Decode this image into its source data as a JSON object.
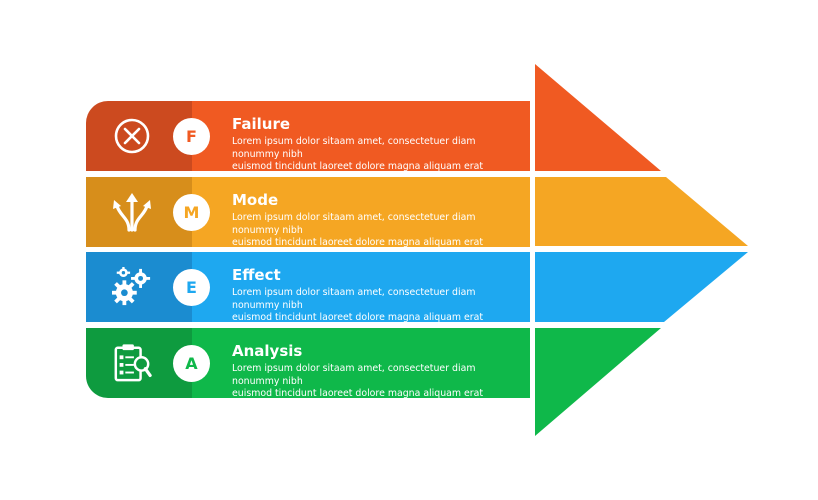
{
  "colors": {
    "failure_main": "#F05A22",
    "failure_dark": "#CC4A1F",
    "mode_main": "#F5A623",
    "mode_dark": "#D78E1B",
    "effect_main": "#1EA8F0",
    "effect_dark": "#1B8CD0",
    "analysis_main": "#0FB84A",
    "analysis_dark": "#0E9B3F"
  },
  "rows": [
    {
      "letter": "F",
      "title": "Failure",
      "body": "Lorem ipsum dolor sitaam amet, consectetuer diam nonummy  nibh\neuismod tincidunt laoreet dolore magna aliquam erat volutpat.",
      "icon": "x-circle-icon"
    },
    {
      "letter": "M",
      "title": "Mode",
      "body": "Lorem ipsum dolor sitaam amet, consectetuer diam nonummy  nibh\n euismod tincidunt laoreet dolore magna aliquam erat volutpat.",
      "icon": "split-arrows-icon"
    },
    {
      "letter": "E",
      "title": "Effect",
      "body": "Lorem ipsum dolor sitaam amet, consectetuer diam nonummy  nibh\neuismod tincidunt laoreet dolore magna aliquam erat volutpat.",
      "icon": "gears-icon"
    },
    {
      "letter": "A",
      "title": "Analysis",
      "body": "Lorem ipsum dolor sitaam amet, consectetuer diam nonummy  nibh\neuismod tincidunt laoreet dolore magna aliquam erat volutpat.",
      "icon": "clipboard-search-icon"
    }
  ]
}
